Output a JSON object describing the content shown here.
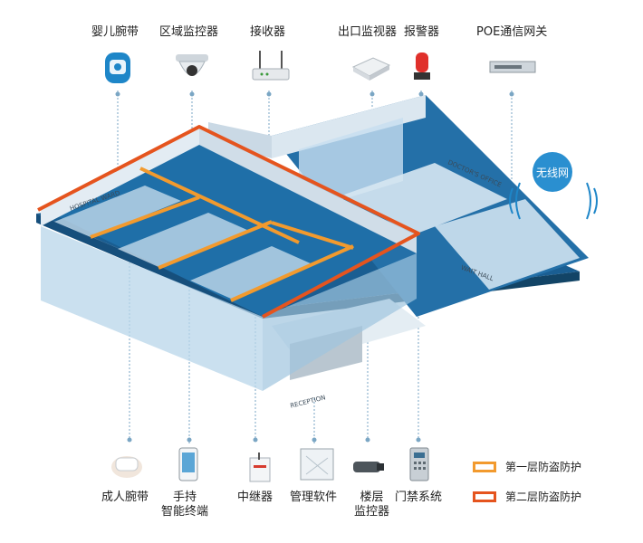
{
  "top_devices": [
    {
      "label": "婴儿腕带",
      "icon": "baby-wristband-icon"
    },
    {
      "label": "区域监控器",
      "icon": "dome-camera-icon"
    },
    {
      "label": "接收器",
      "icon": "receiver-router-icon"
    },
    {
      "label": "出口监视器",
      "icon": "exit-monitor-icon"
    },
    {
      "label": "报警器",
      "icon": "alarm-light-icon"
    },
    {
      "label": "POE通信网关",
      "icon": "poe-gateway-icon"
    }
  ],
  "bottom_devices": [
    {
      "label": "成人腕带",
      "icon": "adult-wristband-icon"
    },
    {
      "label": "手持\n智能终端",
      "icon": "handheld-terminal-icon"
    },
    {
      "label": "中继器",
      "icon": "repeater-icon"
    },
    {
      "label": "管理软件",
      "icon": "management-software-icon"
    },
    {
      "label": "楼层\n监控器",
      "icon": "floor-monitor-camera-icon"
    },
    {
      "label": "门禁系统",
      "icon": "access-control-icon"
    }
  ],
  "wireless_label": "无线网",
  "room_signs": {
    "hospital_ward": "HOSPITAL WARD",
    "doctors_office": "DOCTOR'S OFFICE",
    "wait_hall": "WAIT HALL",
    "reception": "RECEPTION"
  },
  "legend": [
    {
      "label": "第一层防盗防护",
      "color": "#f29a2e"
    },
    {
      "label": "第二层防盗防护",
      "color": "#e5541e"
    }
  ],
  "colors": {
    "floor": "#1f6fa8",
    "wall": "#dfe9f1",
    "glass": "#bcd8ea",
    "accent_blue": "#2a8fd0"
  }
}
